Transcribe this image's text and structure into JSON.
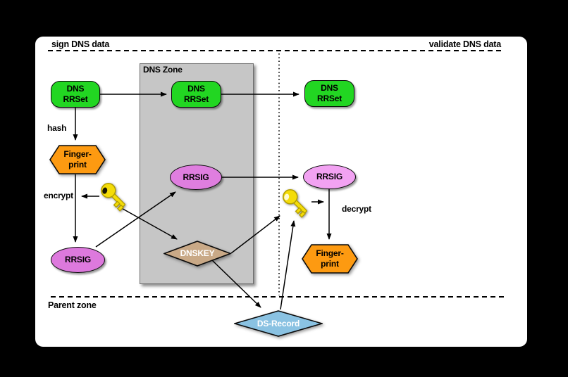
{
  "titles": {
    "sign": "sign DNS data",
    "validate": "validate DNS data",
    "dns_zone": "DNS Zone",
    "parent_zone": "Parent zone"
  },
  "edge_labels": {
    "hash": "hash",
    "encrypt": "encrypt",
    "decrypt": "decrypt"
  },
  "nodes": {
    "rrset_sign": {
      "line1": "DNS",
      "line2": "RRSet",
      "color": "#22d622"
    },
    "rrset_zone": {
      "line1": "DNS",
      "line2": "RRSet",
      "color": "#22d622"
    },
    "rrset_validate": {
      "line1": "DNS",
      "line2": "RRSet",
      "color": "#22d622"
    },
    "fingerprint_sign": {
      "line1": "Finger-",
      "line2": "print",
      "color": "#fd9a11"
    },
    "fingerprint_validate": {
      "line1": "Finger-",
      "line2": "print",
      "color": "#fd9a11"
    },
    "rrsig_sign": {
      "label": "RRSIG",
      "color": "#dd79dd"
    },
    "rrsig_zone": {
      "label": "RRSIG",
      "color": "#df7edf"
    },
    "rrsig_validate": {
      "label": "RRSIG",
      "color": "#f2a2f2"
    },
    "dnskey": {
      "label": "DNSKEY",
      "color": "#c9a987",
      "text_color": "#ffffff"
    },
    "ds_record": {
      "label": "DS-Record",
      "color": "#8ac2e2",
      "text_color": "#ffffff"
    }
  },
  "icons": {
    "key_sign": "key-icon",
    "key_validate": "key-icon",
    "key_fill": "#f4dc08",
    "key_stroke": "#b09c00"
  },
  "colors": {
    "background": "#000000",
    "panel": "#ffffff",
    "zone_box": "#c6c6c6",
    "line": "#000000"
  }
}
